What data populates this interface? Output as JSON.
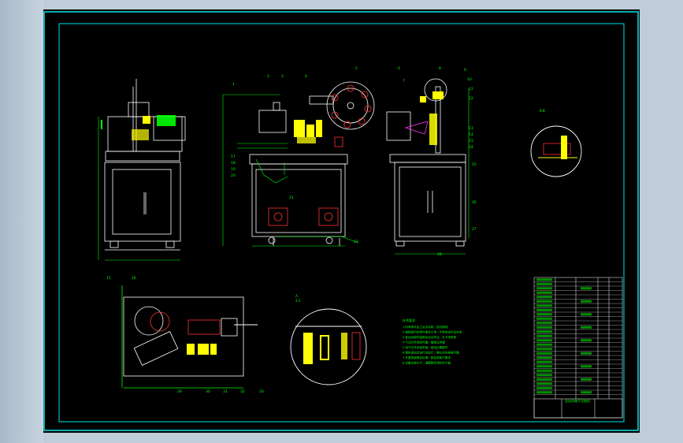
{
  "drawing": {
    "label_a": "A",
    "label_a_denominator": "3:1",
    "label_b": "B-B",
    "callouts_front": [
      "1",
      "2",
      "3",
      "4",
      "5",
      "17",
      "18",
      "19",
      "20",
      "21",
      "22"
    ],
    "callouts_side": [
      "6",
      "7",
      "8",
      "9",
      "10",
      "11",
      "12",
      "13",
      "14",
      "23",
      "24",
      "25",
      "26",
      "27",
      "28"
    ],
    "callouts_top": [
      "15",
      "16",
      "29",
      "30",
      "31",
      "32",
      "33"
    ]
  },
  "notes": {
    "title": "技术要求",
    "lines": [
      "1.所有零件加工后去毛刺、锐边倒钝",
      "2.装配前所有零件清洗干净，不得有油污及杂质",
      "3.各运动部件装配后运动灵活，无卡滞现象",
      "4.气动元件连接可靠，管路无泄漏",
      "5.电气元件安装牢固，接线正确整齐",
      "6.整机调试后进行试运行，确认动作准确可靠",
      "7.外露表面喷涂处理，颜色按客户要求",
      "8.设备安装水平，调整脚杯使机台平稳"
    ]
  },
  "title_block": {
    "drawing_name": "全自动端子压接机",
    "rows": 28
  },
  "colors": {
    "frame": "#00e5e5",
    "lines": "#ffffff",
    "parts": "#ffff00",
    "dims": "#00ff00",
    "annot": "#ff3030"
  }
}
